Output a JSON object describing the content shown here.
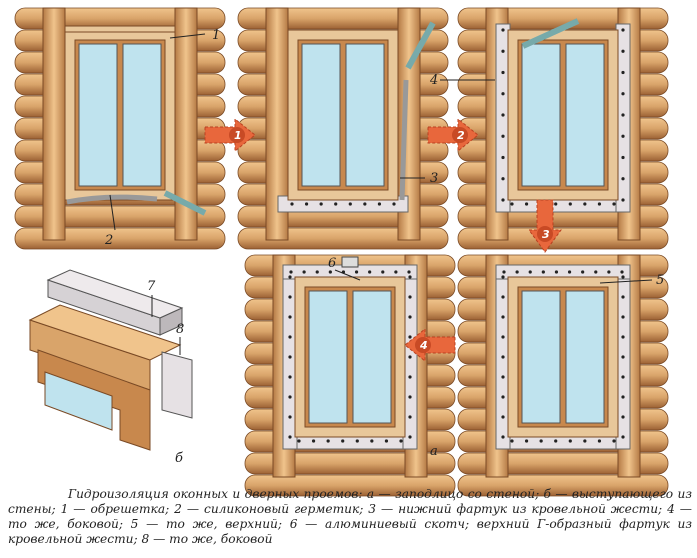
{
  "labels": {
    "n1": "1",
    "n2": "2",
    "n3": "3",
    "n4": "4",
    "n5": "5",
    "n6": "6",
    "n7": "7",
    "n8": "8",
    "a": "а",
    "b": "б"
  },
  "arrows": [
    "1",
    "2",
    "3",
    "4"
  ],
  "caption": "Гидроизоляция оконных и дверных проемов: а — заподлицо со стеной; б — выступающего из стены; 1 — обрешетка; 2 — силиконовый герметик; 3 — нижний фартук из кровельной жести; 4 — то же, боковой; 5 — то же, верхний; 6 — алюминиевый скотч; верхний Г-образный фартук из кровельной жести; 8 — то же, боковой",
  "colors": {
    "log": "#d9a46a",
    "logDark": "#a8693a",
    "glass": "#bfe3ee",
    "frame": "#e8c79a",
    "tin": "#e6e1e4",
    "arrow": "#e8673c"
  }
}
